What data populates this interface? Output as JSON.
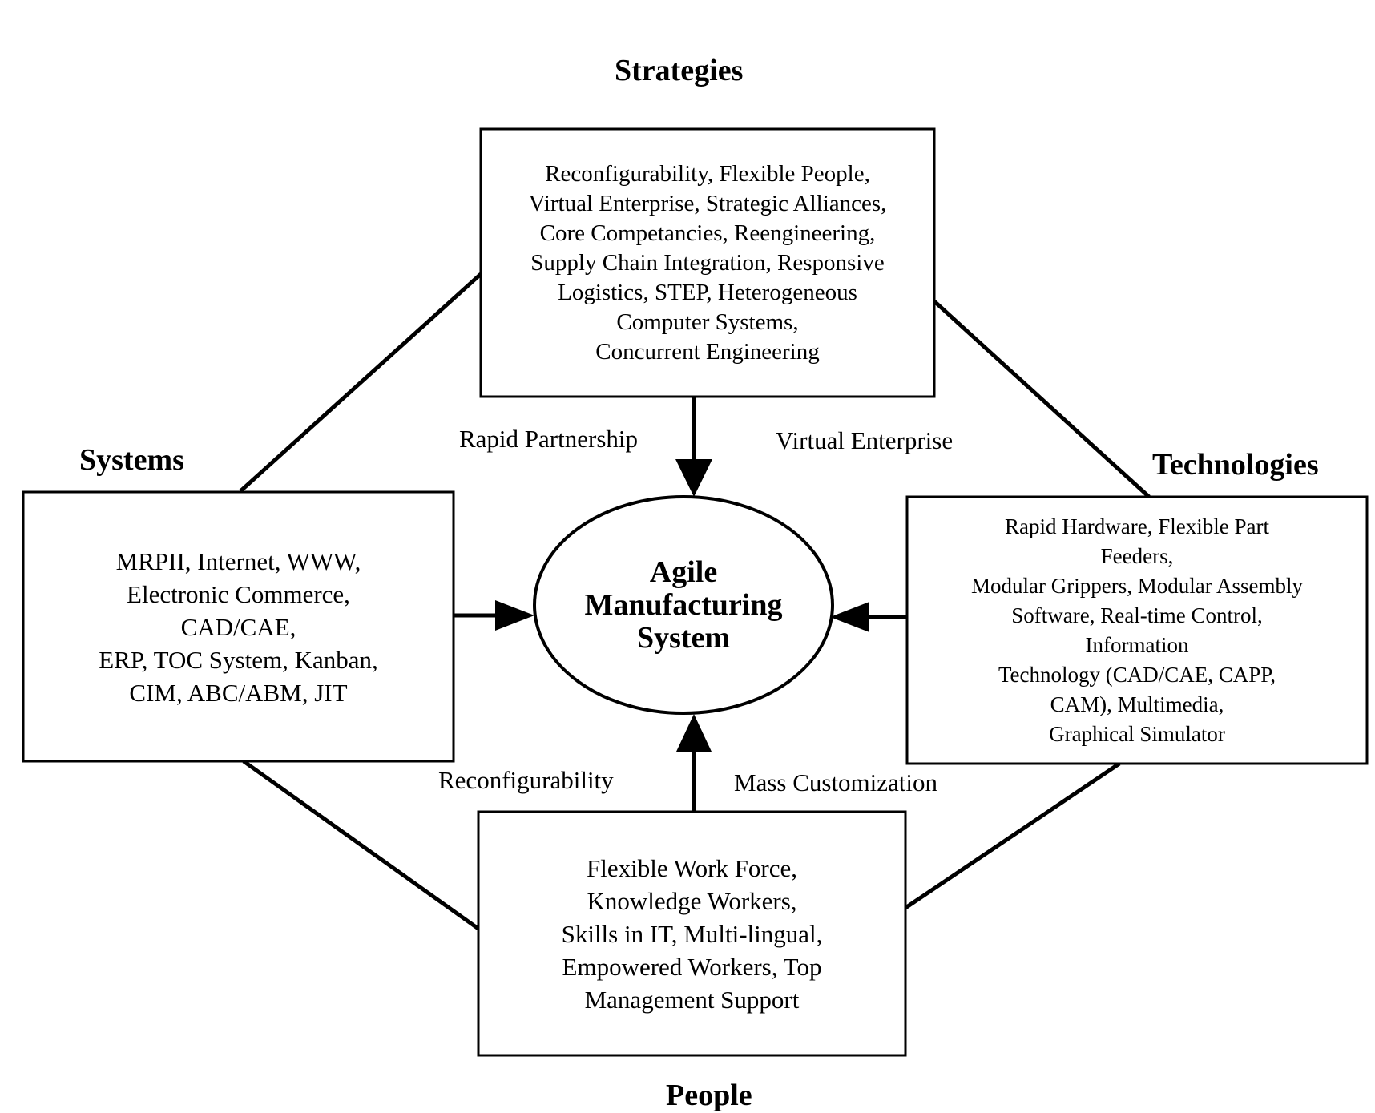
{
  "headings": {
    "strategies": "Strategies",
    "systems": "Systems",
    "technologies": "Technologies",
    "people": "People"
  },
  "center": {
    "lines": [
      "Agile",
      "Manufacturing",
      "System"
    ]
  },
  "strategies_box": {
    "lines": [
      "Reconfigurability, Flexible People,",
      "Virtual Enterprise, Strategic Alliances,",
      "Core Competancies, Reengineering,",
      "Supply Chain Integration, Responsive",
      "Logistics, STEP, Heterogeneous",
      "Computer Systems,",
      "Concurrent Engineering"
    ]
  },
  "systems_box": {
    "lines": [
      "MRPII,  Internet, WWW,",
      "Electronic Commerce,",
      "CAD/CAE,",
      "ERP, TOC System, Kanban,",
      "CIM, ABC/ABM, JIT"
    ]
  },
  "technologies_box": {
    "lines": [
      "Rapid Hardware, Flexible Part",
      "Feeders,",
      "Modular Grippers, Modular Assembly",
      "Software, Real-time Control,",
      "Information",
      "Technology (CAD/CAE, CAPP,",
      "CAM), Multimedia,",
      "Graphical Simulator"
    ]
  },
  "people_box": {
    "lines": [
      "Flexible Work Force,",
      "Knowledge Workers,",
      "Skills in IT, Multi-lingual,",
      "Empowered Workers, Top",
      "Management Support"
    ]
  },
  "edge_labels": {
    "rapid_partnership": "Rapid Partnership",
    "virtual_enterprise": "Virtual Enterprise",
    "reconfigurability": "Reconfigurability",
    "mass_customization": "Mass Customization"
  },
  "colors": {
    "stroke": "#000000",
    "background": "#ffffff"
  }
}
